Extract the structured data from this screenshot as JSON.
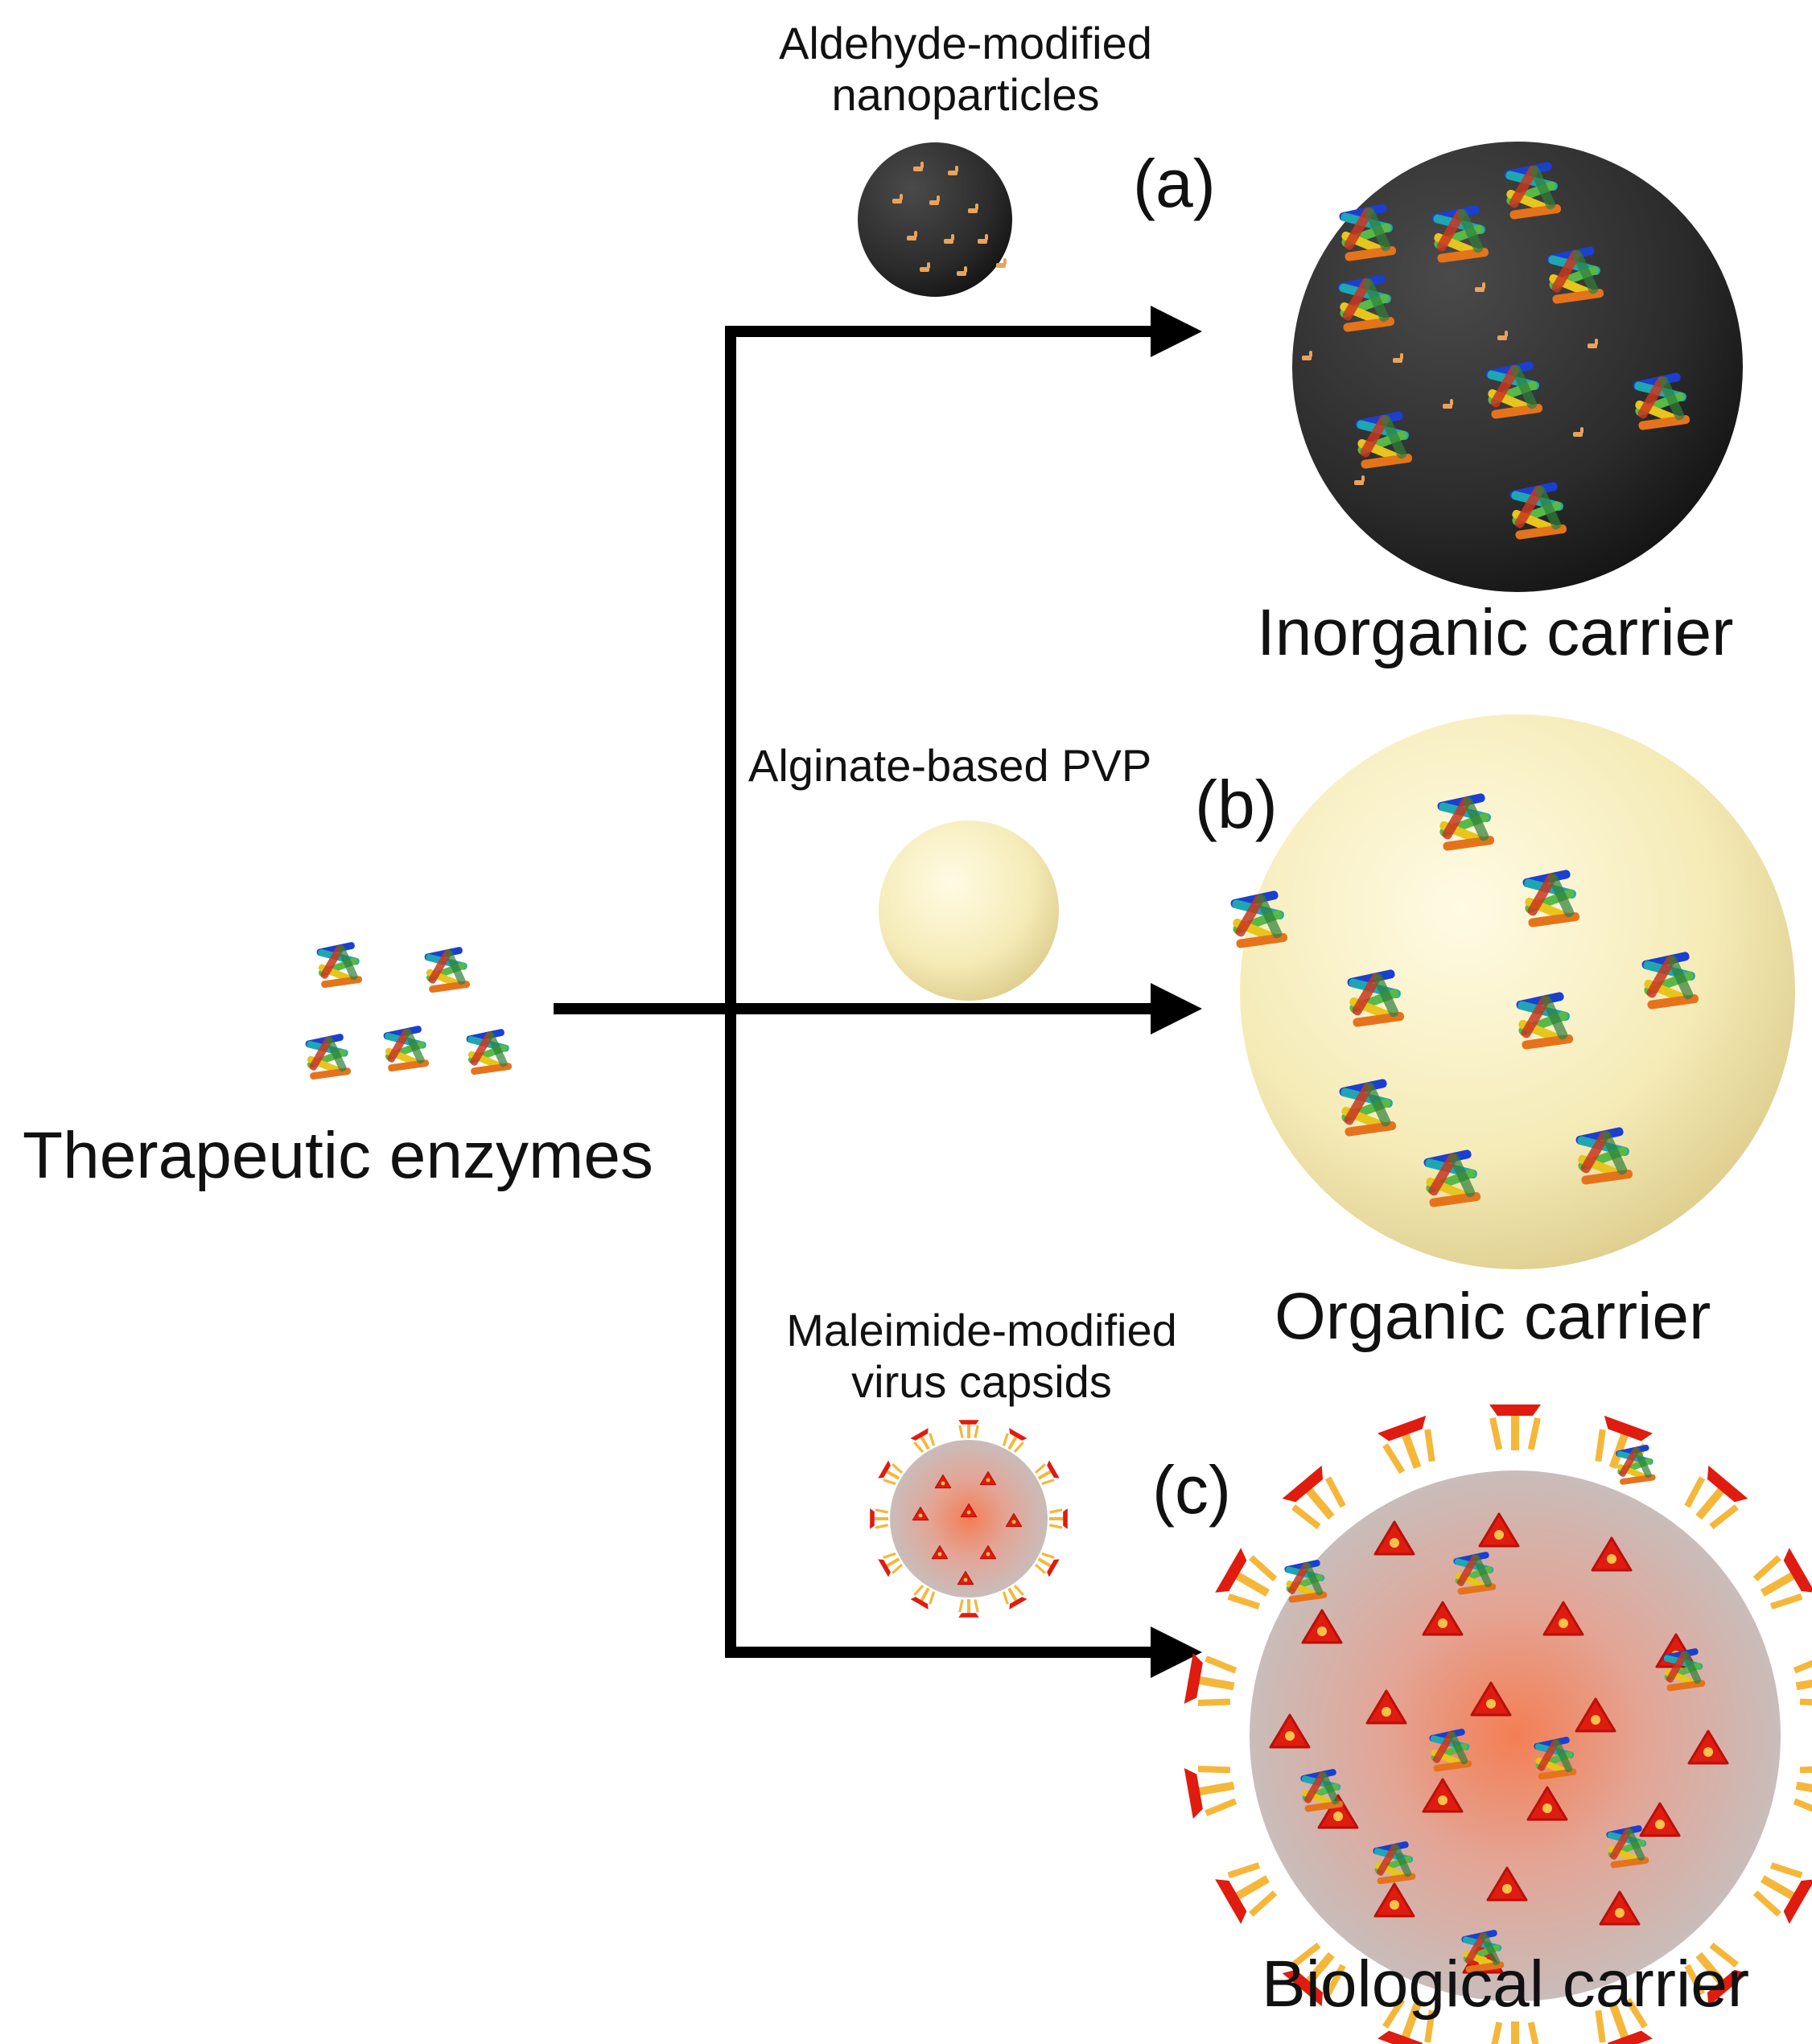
{
  "source": {
    "label": "Therapeutic enzymes"
  },
  "branches": [
    {
      "panel": "(a)",
      "precursor_lines": [
        "Aldehyde-modified",
        "nanoparticles"
      ],
      "carrier": "Inorganic carrier",
      "sphere_color": "#2e2e2e"
    },
    {
      "panel": "(b)",
      "precursor_lines": [
        "Alginate-based PVP"
      ],
      "carrier": "Organic carrier",
      "sphere_color": "#f4ebb3"
    },
    {
      "panel": "(c)",
      "precursor_lines": [
        "Maleimide-modified",
        "virus capsids"
      ],
      "carrier": "Biological carrier",
      "sphere_color": "#c9c4c4"
    }
  ],
  "colors": {
    "arrow": "#000000",
    "enzyme": [
      "#1a3fd1",
      "#1fa6b3",
      "#58b947",
      "#e7c51d",
      "#e5731c",
      "#c8361f"
    ],
    "spike": "#e01b0f",
    "spike_stem": "#f5b73a",
    "linker": "#e9a35a"
  }
}
